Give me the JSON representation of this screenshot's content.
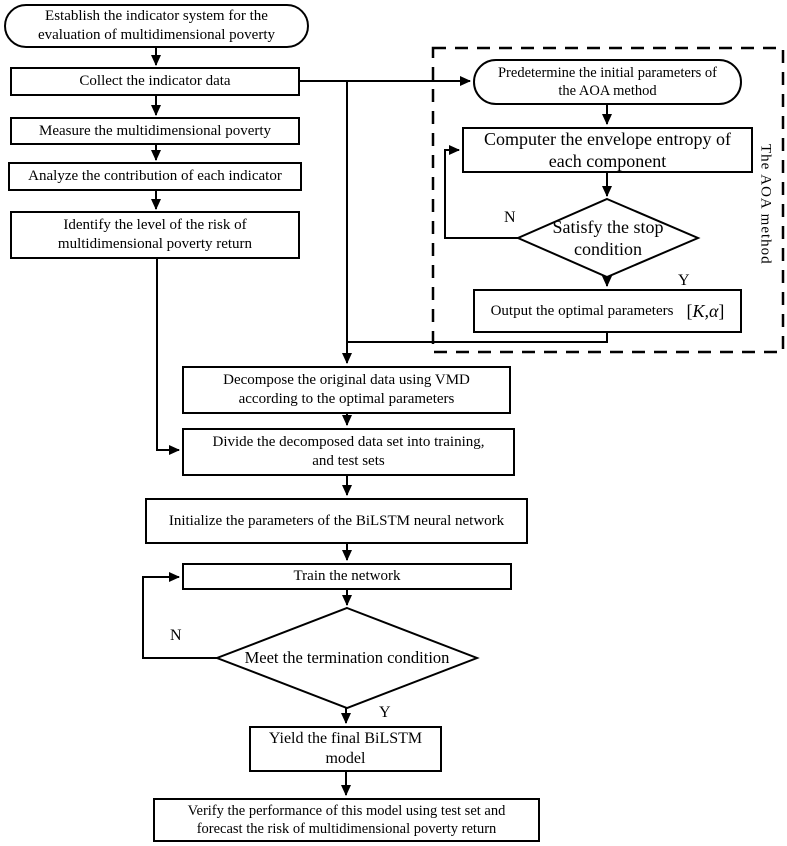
{
  "colors": {
    "line": "#000000",
    "background": "#ffffff",
    "node_fill": "#ffffff",
    "text": "#000000"
  },
  "nodes": {
    "establish": {
      "label": "Establish the indicator system for the\nevaluation of multidimensional poverty"
    },
    "collect": {
      "label": "Collect the indicator data"
    },
    "measure": {
      "label": "Measure the multidimensional poverty"
    },
    "analyze": {
      "label": "Analyze the contribution of each indicator"
    },
    "identify": {
      "label": "Identify the level of the risk of\nmultidimensional poverty return"
    },
    "predetermine": {
      "label": "Predetermine the initial parameters of\nthe AOA method"
    },
    "computer": {
      "label": "Computer the envelope entropy of\neach component"
    },
    "satisfy": {
      "label": "Satisfy the stop\ncondition"
    },
    "output": {
      "label": "Output the optimal parameters",
      "formula_open": "[",
      "formula_body": "K,α",
      "formula_close": "]"
    },
    "decompose": {
      "label": "Decompose the original data using VMD\naccording to the optimal parameters"
    },
    "divide": {
      "label": "Divide the decomposed data set into training,\nand test sets"
    },
    "initialize": {
      "label": "Initialize the parameters of the BiLSTM neural network"
    },
    "train": {
      "label": "Train the network"
    },
    "meet": {
      "label": "Meet the termination condition"
    },
    "yield": {
      "label": "Yield the final BiLSTM\nmodel"
    },
    "verify": {
      "label": "Verify the performance of this model using test set and\nforecast the risk of multidimensional poverty return"
    }
  },
  "labels": {
    "aoa_region": "The AOA method",
    "satisfy_no": "N",
    "satisfy_yes": "Y",
    "meet_no": "N",
    "meet_yes": "Y"
  }
}
